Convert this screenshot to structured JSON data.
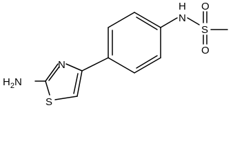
{
  "molecule": {
    "atoms": {
      "amine": "H2N",
      "amine_main": "H",
      "amine_sub": "2",
      "amine_tail": "N",
      "thiazole_n": "N",
      "thiazole_s": "S",
      "sulfonamide_nh": "H",
      "sulfonamide_n": "N",
      "sulfonyl_s": "S",
      "sulfonyl_o_top": "O",
      "sulfonyl_o_bottom": "O"
    },
    "colors": {
      "bond": "#000000",
      "text": "#000000",
      "background": "#ffffff"
    }
  }
}
